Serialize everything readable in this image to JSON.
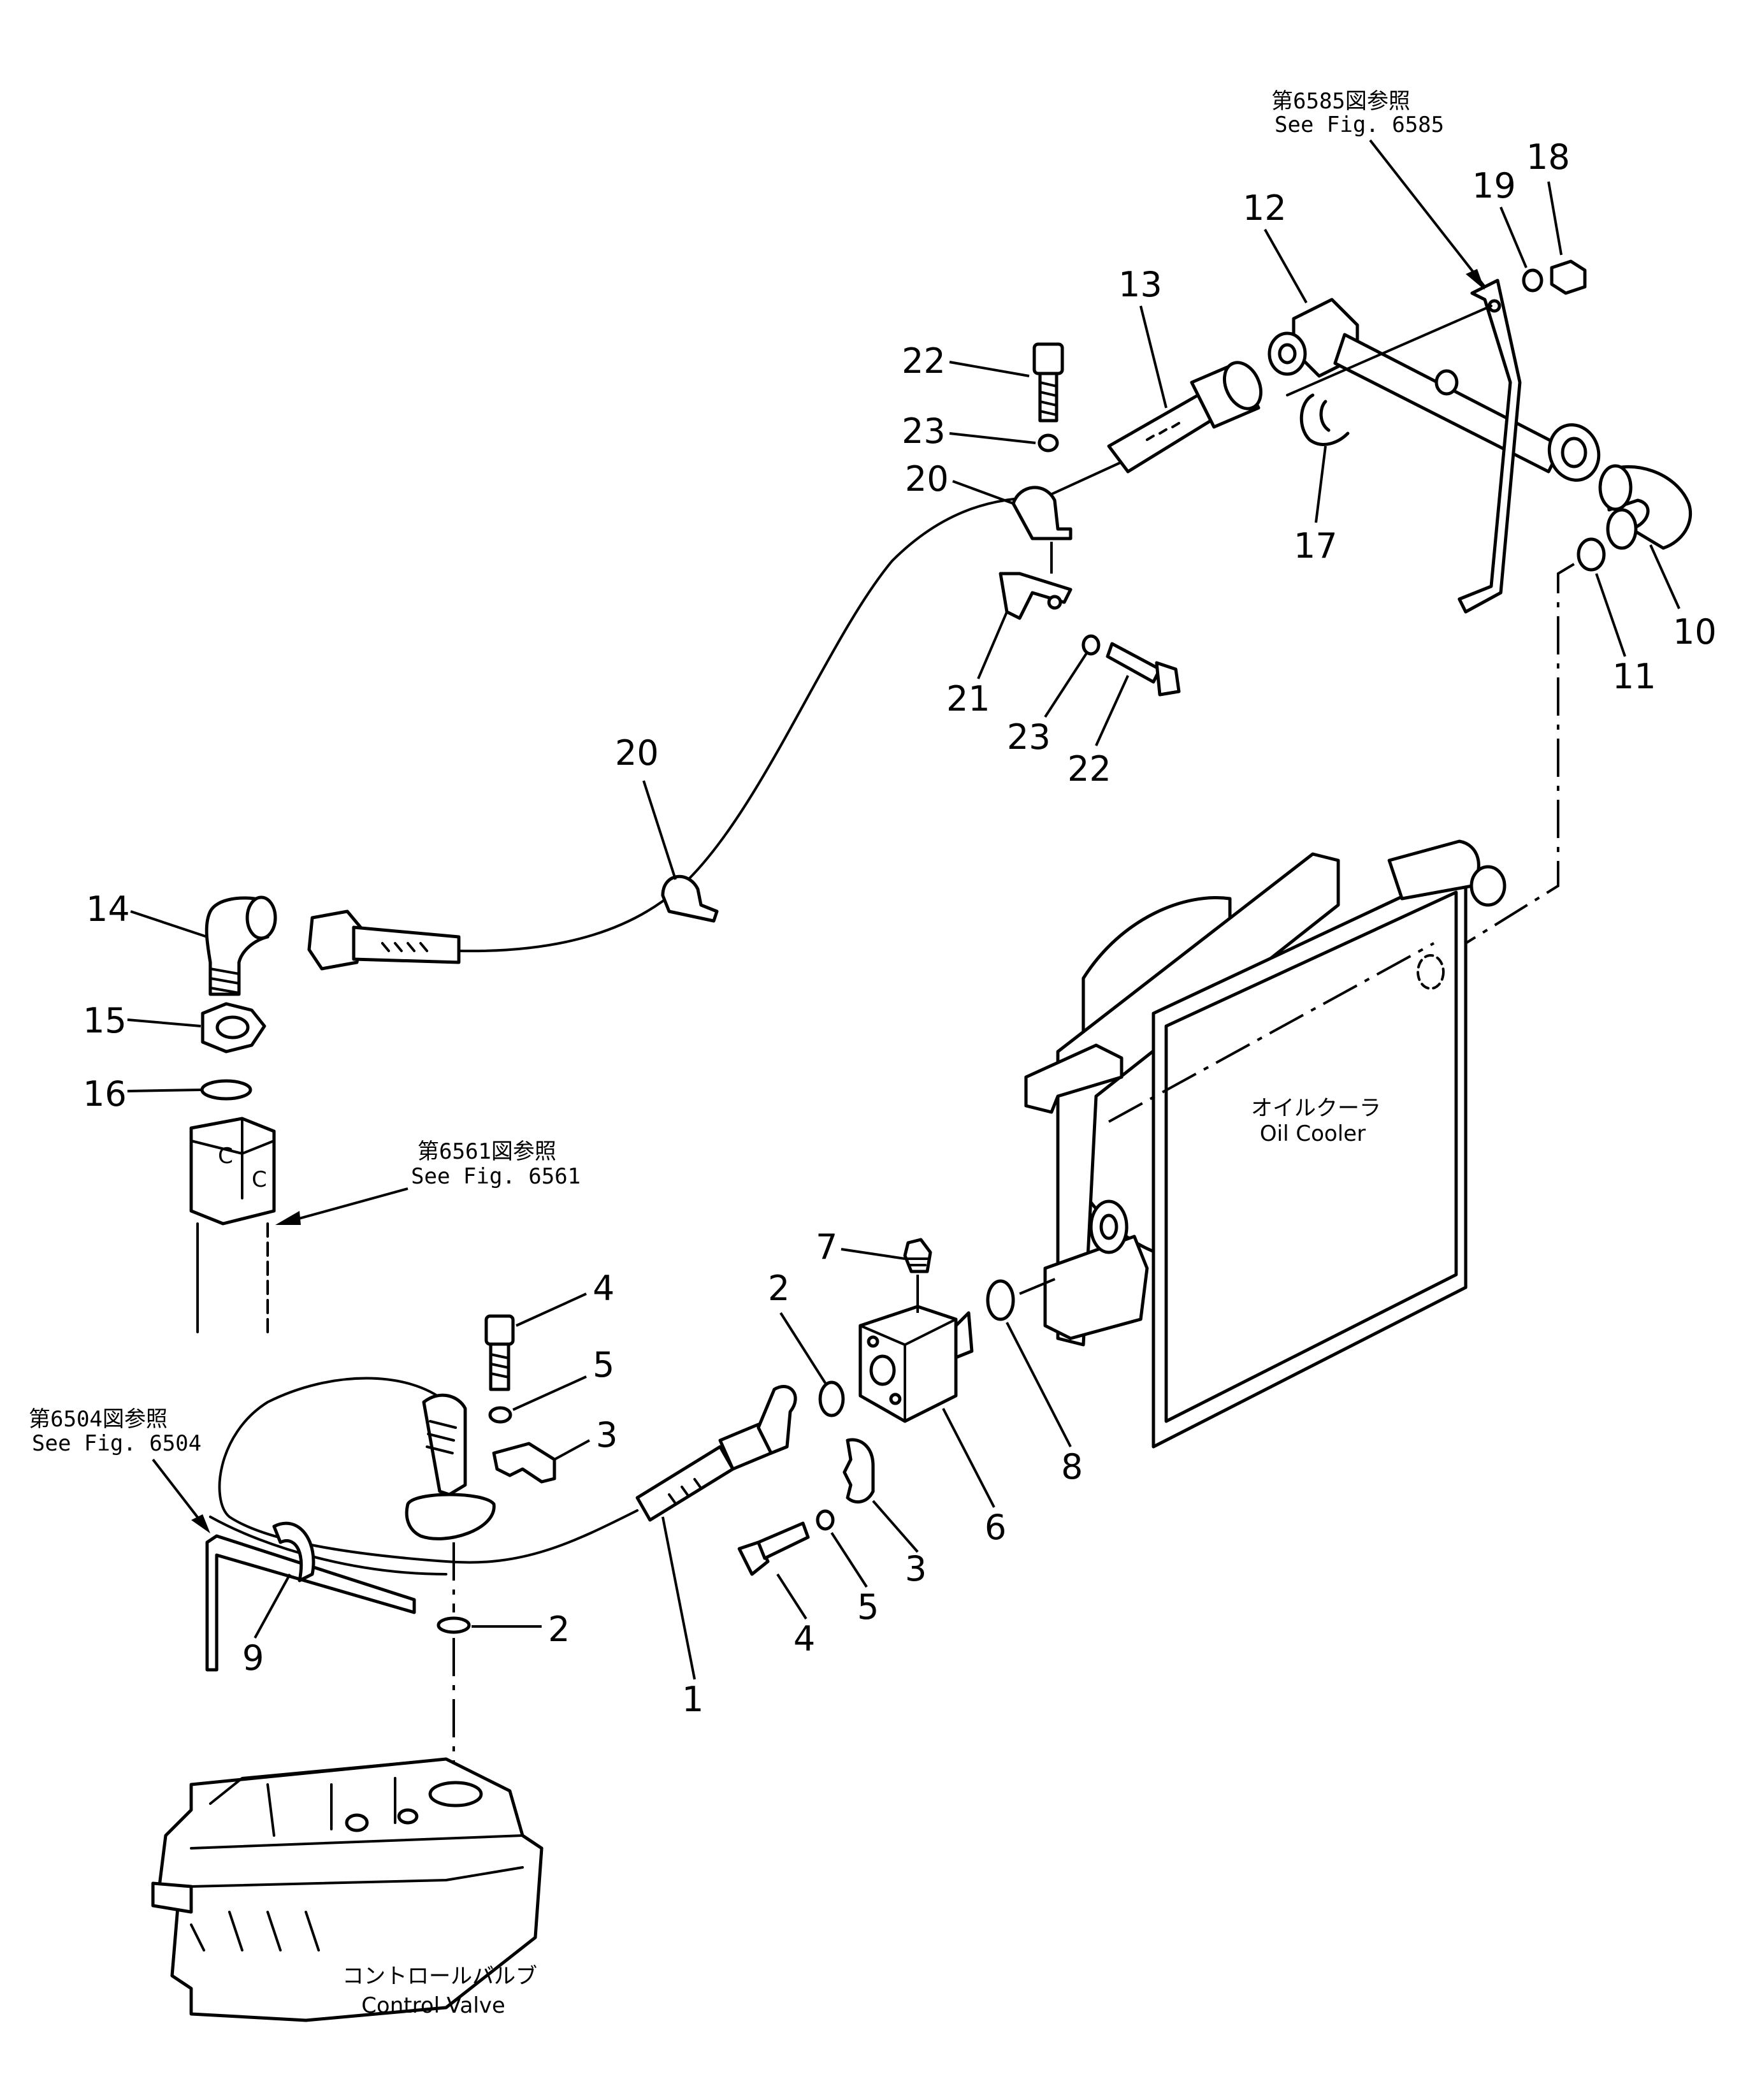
{
  "labels": {
    "ref_6585_jp": "第6585図参照",
    "ref_6585_en": "See Fig. 6585",
    "ref_6561_jp": "第6561図参照",
    "ref_6561_en": "See Fig. 6561",
    "ref_6504_jp": "第6504図参照",
    "ref_6504_en": "See Fig. 6504",
    "oil_cooler_jp": "オイルクーラ",
    "oil_cooler_en": "Oil Cooler",
    "control_valve_jp": "コントロールバルブ",
    "control_valve_en": "Control Valve",
    "fitting_mark": "C"
  },
  "callouts": {
    "p1": "1",
    "p2a": "2",
    "p2b": "2",
    "p3a": "3",
    "p3b": "3",
    "p4a": "4",
    "p4b": "4",
    "p5a": "5",
    "p5b": "5",
    "p6": "6",
    "p7": "7",
    "p8": "8",
    "p9": "9",
    "p10": "10",
    "p11": "11",
    "p12": "12",
    "p13": "13",
    "p14": "14",
    "p15": "15",
    "p16": "16",
    "p17": "17",
    "p18": "18",
    "p19": "19",
    "p20a": "20",
    "p20b": "20",
    "p21": "21",
    "p22a": "22",
    "p22b": "22",
    "p23a": "23",
    "p23b": "23"
  }
}
